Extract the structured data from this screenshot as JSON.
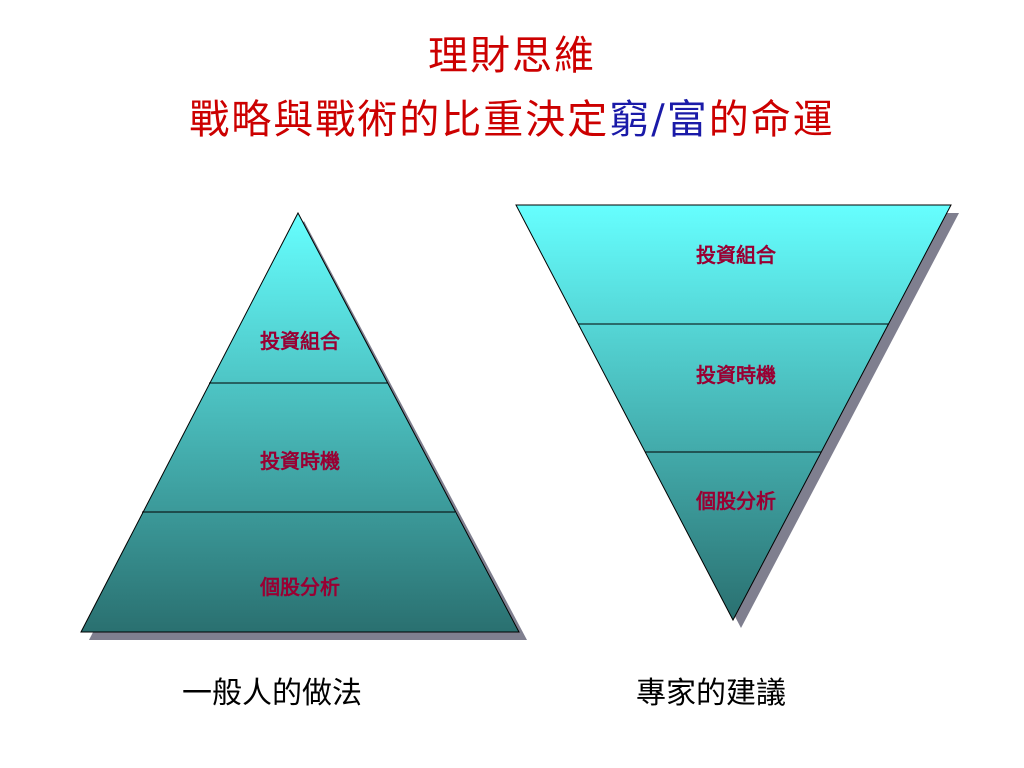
{
  "title": {
    "line1": "理財思維",
    "line2_part1": "戰略與戰術的比重決定",
    "line2_poor": "窮",
    "line2_slash": "/",
    "line2_rich": "富",
    "line2_part2": "的命運"
  },
  "left_pyramid": {
    "levels": [
      "投資組合",
      "投資時機",
      "個股分析"
    ],
    "caption": "一般人的做法"
  },
  "right_pyramid": {
    "levels": [
      "投資組合",
      "投資時機",
      "個股分析"
    ],
    "caption": "專家的建議"
  },
  "colors": {
    "title_red": "#cc0000",
    "title_blue": "#1a1aa8",
    "level_label": "#990033",
    "fill_light": "#66ffff",
    "fill_dark": "#2a7070",
    "shadow": "#7f7f8f"
  }
}
